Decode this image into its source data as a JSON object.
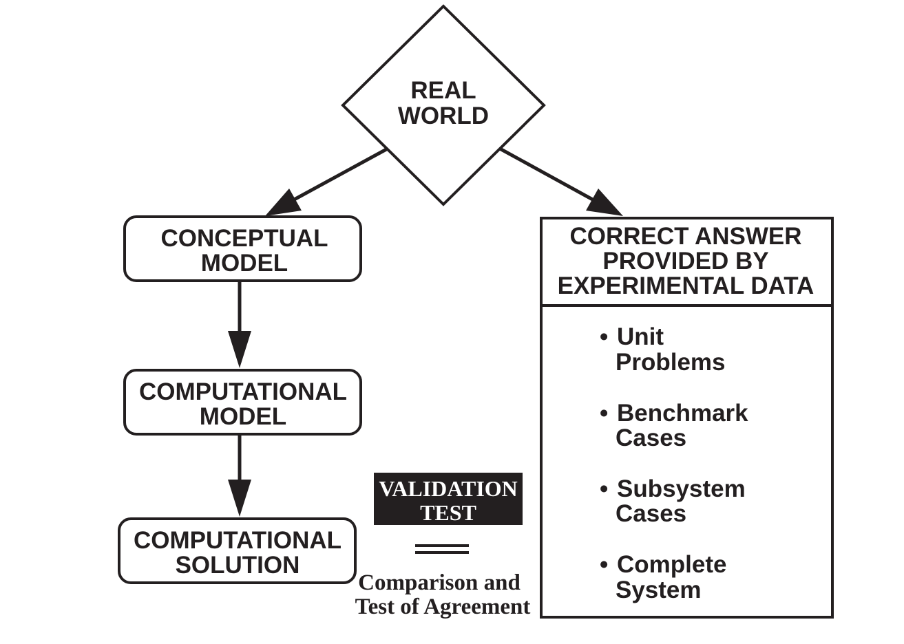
{
  "nodes": {
    "real_world": {
      "line1": "REAL",
      "line2": "WORLD"
    },
    "conceptual_model": {
      "line1": "CONCEPTUAL",
      "line2": "MODEL"
    },
    "computational_model": {
      "line1": "COMPUTATIONAL",
      "line2": "MODEL"
    },
    "computational_solution": {
      "line1": "COMPUTATIONAL",
      "line2": "SOLUTION"
    },
    "correct_answer": {
      "line1": "CORRECT ANSWER",
      "line2": "PROVIDED BY",
      "line3": "EXPERIMENTAL DATA"
    }
  },
  "experimental_items": [
    {
      "line1": "Unit",
      "line2": "Problems"
    },
    {
      "line1": "Benchmark",
      "line2": "Cases"
    },
    {
      "line1": "Subsystem",
      "line2": "Cases"
    },
    {
      "line1": "Complete",
      "line2": "System"
    }
  ],
  "bullet_symbol": "•",
  "validation": {
    "line1": "VALIDATION",
    "line2": "TEST",
    "equals_symbol": "=",
    "caption_line1": "Comparison and",
    "caption_line2": "Test of Agreement"
  },
  "colors": {
    "ink": "#231f20",
    "validation_fill": "#231f20",
    "validation_text": "#ffffff",
    "background": "#ffffff"
  }
}
